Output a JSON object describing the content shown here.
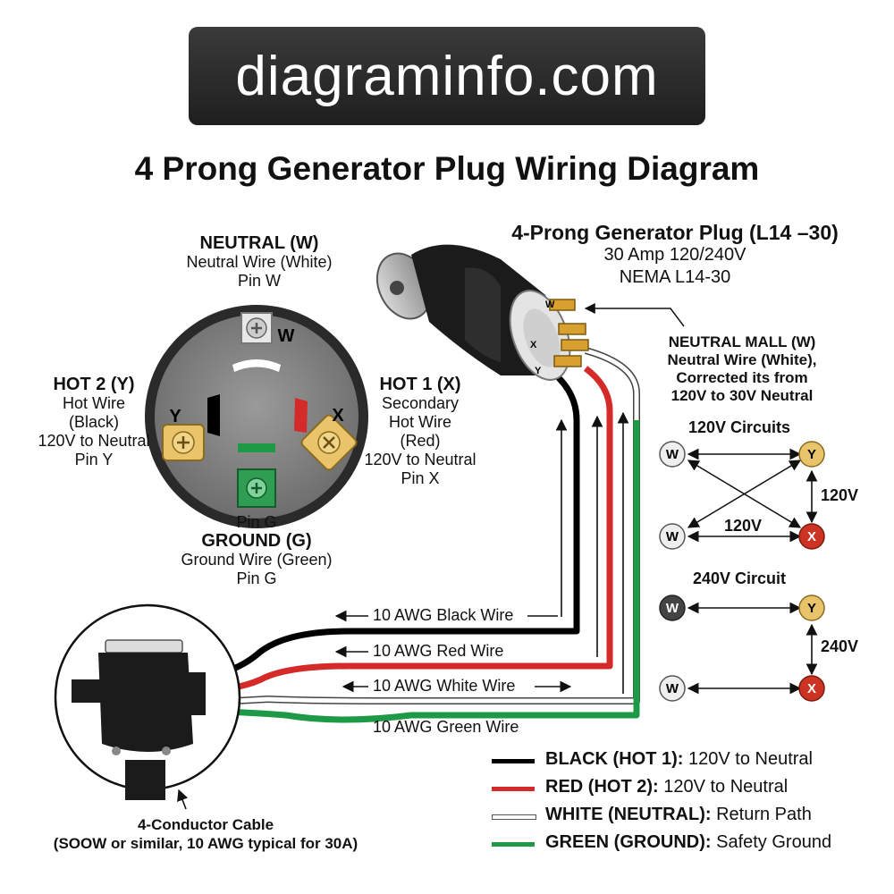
{
  "banner": {
    "text": "diagraminfo.com"
  },
  "title": "4 Prong Generator Plug Wiring Diagram",
  "receptacle": {
    "neutral": {
      "heading": "NEUTRAL (W)",
      "line1": "Neutral Wire (White)",
      "line2": "Pin W",
      "pin_letter": "W"
    },
    "hot2": {
      "heading": "HOT 2 (Y)",
      "line1": "Hot Wire",
      "line2": "(Black)",
      "line3": "120V to Neutral",
      "line4": "Pin Y",
      "pin_letter": "Y"
    },
    "hot1": {
      "heading": "HOT 1 (X)",
      "line1": "Secondary",
      "line2": "Hot Wire",
      "line3": "(Red)",
      "line4": "120V to Neutral",
      "line5": "Pin X",
      "pin_letter": "X"
    },
    "ground": {
      "pin_label": "Pin G",
      "heading": "GROUND (G)",
      "line1": "Ground Wire (Green)",
      "line2": "Pin G"
    }
  },
  "plug": {
    "title": "4-Prong Generator Plug (L14 –30)",
    "line1": "30 Amp 120/240V",
    "line2": "NEMA L14-30",
    "prong_w": "W",
    "prong_x": "X",
    "prong_y": "Y",
    "neutral_note": {
      "line1": "NEUTRAL MALL (W)",
      "line2": "Neutral Wire (White),",
      "line3": "Corrected its from",
      "line4": "120V to 30V Neutral"
    }
  },
  "circuits": {
    "c120_title": "120V Circuits",
    "c240_title": "240V Circuit",
    "label_120_a": "120V",
    "label_120_b": "120V",
    "label_240": "240V",
    "node_w": "W",
    "node_y": "Y",
    "node_x": "X"
  },
  "wires": [
    {
      "label": "10 AWG Black Wire",
      "color": "#000000"
    },
    {
      "label": "10 AWG Red Wire",
      "color": "#d42a2a"
    },
    {
      "label": "10 AWG White Wire",
      "color": "#ffffff"
    },
    {
      "label": "10 AWG Green Wire",
      "color": "#1e9a46"
    }
  ],
  "cable": {
    "line1": "4-Conductor Cable",
    "line2": "(SOOW or similar, 10 AWG typical for 30A)"
  },
  "legend": [
    {
      "name": "BLACK (HOT 1):",
      "desc": "120V to Neutral",
      "color": "#000000"
    },
    {
      "name": "RED (HOT 2):",
      "desc": "120V to Neutral",
      "color": "#d42a2a"
    },
    {
      "name": "WHITE (NEUTRAL):",
      "desc": "Return Path",
      "color": "#ffffff"
    },
    {
      "name": "GREEN (GROUND):",
      "desc": "Safety Ground",
      "color": "#1e9a46"
    }
  ],
  "colors": {
    "pin_yellow": "#e9c46a",
    "pin_red": "#cc3322",
    "node_white": "#eeeeee",
    "node_dark": "#444444"
  }
}
